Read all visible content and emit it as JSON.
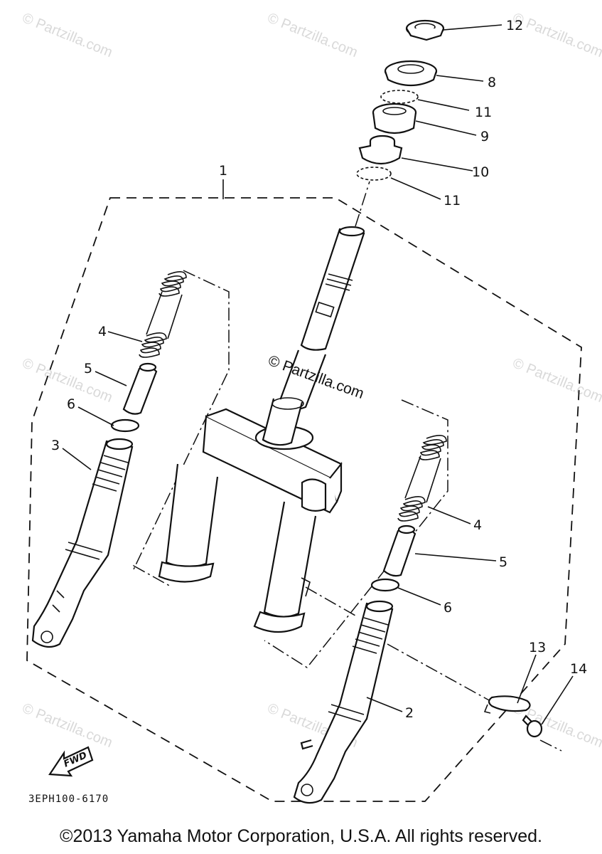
{
  "watermark": {
    "text": "© Partzilla.com",
    "center_text": "© Partzilla.com"
  },
  "callouts": {
    "c1": "1",
    "c2": "2",
    "c3": "3",
    "c4a": "4",
    "c4b": "4",
    "c5a": "5",
    "c5b": "5",
    "c6a": "6",
    "c6b": "6",
    "c8": "8",
    "c9": "9",
    "c10": "10",
    "c11a": "11",
    "c11b": "11",
    "c12": "12",
    "c13": "13",
    "c14": "14"
  },
  "fwd_label": "FWD",
  "diagram_code": "3EPH100-6170",
  "copyright": "©2013 Yamaha Motor Corporation, U.S.A. All rights reserved."
}
